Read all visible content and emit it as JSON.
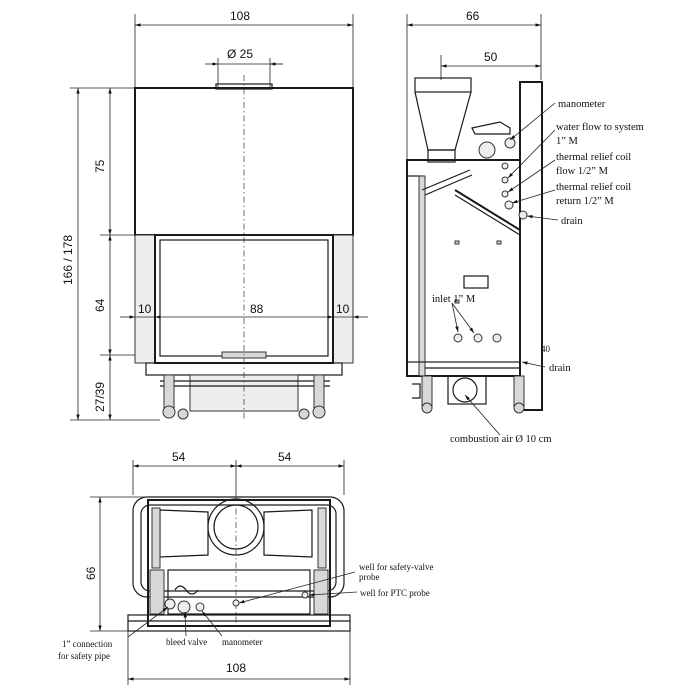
{
  "front_view": {
    "width": "108",
    "flue_diameter": "Ø 25",
    "height_top": "75",
    "height_total": "166 / 178",
    "height_mid": "64",
    "height_bottom": "27/39",
    "side_left": "10",
    "opening_width": "88",
    "side_right": "10"
  },
  "side_view": {
    "depth_total": "66",
    "depth_inner": "50",
    "labels": {
      "manometer": "manometer",
      "water_flow_1": "water flow to system",
      "water_flow_2": "1” M",
      "relief_flow_1": "thermal relief coil",
      "relief_flow_2": "flow 1/2” M",
      "relief_return_1": "thermal relief coil",
      "relief_return_2": "return 1/2” M",
      "drain_top": "drain",
      "inlet": "inlet 1” M",
      "drain_bottom": "drain",
      "combustion_air": "combustion air Ø 10 cm",
      "small_marker": "40"
    }
  },
  "top_view": {
    "half_left": "54",
    "half_right": "54",
    "depth": "66",
    "width": "108",
    "labels": {
      "well_safety_1": "well for safety-valve",
      "well_safety_2": "probe",
      "well_ptc": "well for PTC probe",
      "connection_1": "1” connection",
      "connection_2": "for safety pipe",
      "bleed_valve": "bleed valve",
      "manometer": "manometer"
    }
  }
}
